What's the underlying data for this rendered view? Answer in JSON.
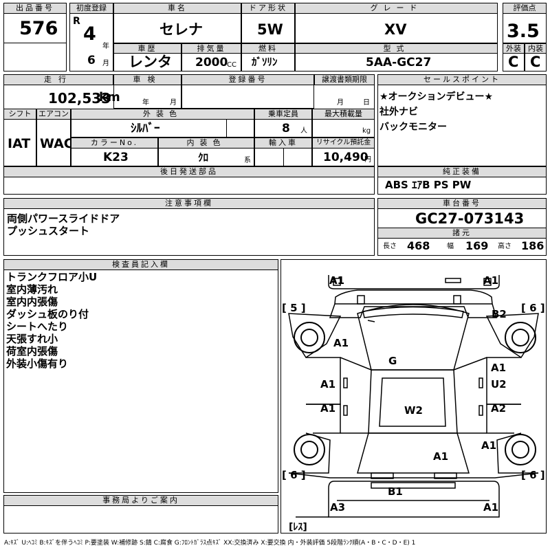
{
  "header": {
    "lot_label": "出品番号",
    "lot_value": "576",
    "first_reg_label": "初度登録",
    "era_mark": "R",
    "first_reg_year": "4",
    "year_unit": "年",
    "first_reg_month": "6",
    "month_unit": "月",
    "car_name_label": "車名",
    "car_name": "セレナ",
    "door_label": "ドア形状",
    "door": "5W",
    "grade_label": "グレード",
    "grade": "XV",
    "score_label": "評価点",
    "score": "3.5",
    "history_label": "車歴",
    "history": "レンタ",
    "displacement_label": "排気量",
    "displacement": "2000",
    "cc_unit": "CC",
    "fuel_label": "燃料",
    "fuel": "ｶﾞｿﾘﾝ",
    "model_label": "型式",
    "model": "5AA-GC27",
    "exterior_label": "外装",
    "exterior": "C",
    "interior_label": "内装",
    "interior": "C"
  },
  "spec": {
    "mileage_label": "走行",
    "mileage": "102,533",
    "mileage_unit": "km",
    "inspection_label": "車検",
    "year_unit": "年",
    "month_unit": "月",
    "reg_no_label": "登録番号",
    "transfer_label": "譲渡書類期限",
    "day_unit": "日",
    "shift_label": "シフト",
    "shift": "IAT",
    "ac_label": "エアコン",
    "ac": "WAC",
    "color_label": "外装色",
    "color": "ｼﾙﾊﾞｰ",
    "capacity_label": "乗車定員",
    "capacity": "8",
    "capacity_unit": "人",
    "max_load_label": "最大積載量",
    "max_load_unit": "kg",
    "color_no_label": "カラーNo.",
    "color_no": "K23",
    "int_color_label": "内装色",
    "int_color": "ｸﾛ",
    "int_color_unit": "系",
    "import_label": "輸入車",
    "recycle_label": "リサイクル預託金",
    "recycle": "10,490",
    "recycle_unit": "円",
    "later_parts_label": "後日発送部品"
  },
  "sales": {
    "label": "セールスポイント",
    "lines": [
      "★オークションデビュー★",
      "社外ナビ",
      "バックモニター"
    ]
  },
  "equipment": {
    "label": "純正装備",
    "value": "ABS ｴｱB PS PW"
  },
  "notes": {
    "label": "注意事項欄",
    "lines": [
      "両側パワースライドドア",
      "プッシュスタート"
    ]
  },
  "chassis": {
    "label": "車台番号",
    "value": "GC27-073143",
    "dims_label": "諸元",
    "length_label": "長さ",
    "length": "468",
    "width_label": "幅",
    "width": "169",
    "height_label": "高さ",
    "height": "186"
  },
  "inspector": {
    "label": "検査員記入欄",
    "lines": [
      "トランクフロア小U",
      "室内薄汚れ",
      "室内内張傷",
      "ダッシュ板のり付",
      "シートへたり",
      "天張すれ小",
      "荷室内張傷",
      "外装小傷有り"
    ]
  },
  "office": {
    "label": "事務局よりご案内"
  },
  "diagram": {
    "tire_fl": "[ 5 ]",
    "tire_fr": "[ 6 ]",
    "tire_rl": "[ 6 ]",
    "tire_rr": "[ 6 ]",
    "spare": "[ﾚｽ]",
    "marks": [
      "A1",
      "A1",
      "B2",
      "A1",
      "G",
      "A1",
      "A1",
      "U2",
      "A1",
      "W2",
      "A2",
      "A1",
      "A1",
      "B1",
      "A3",
      "A1"
    ]
  },
  "legend": "A:ｷｽﾞ U:ﾍｺﾐ B:ｷｽﾞを伴うﾍｺﾐ P:要塗装 W:補修跡 S:錆 C:腐食 G:ﾌﾛﾝﾄｶﾞﾗｽ点ｷｽﾞ XX:交換済み X:要交換 内・外装評価 5段階ﾗﾝｸ順(A・B・C・D・E) 1"
}
